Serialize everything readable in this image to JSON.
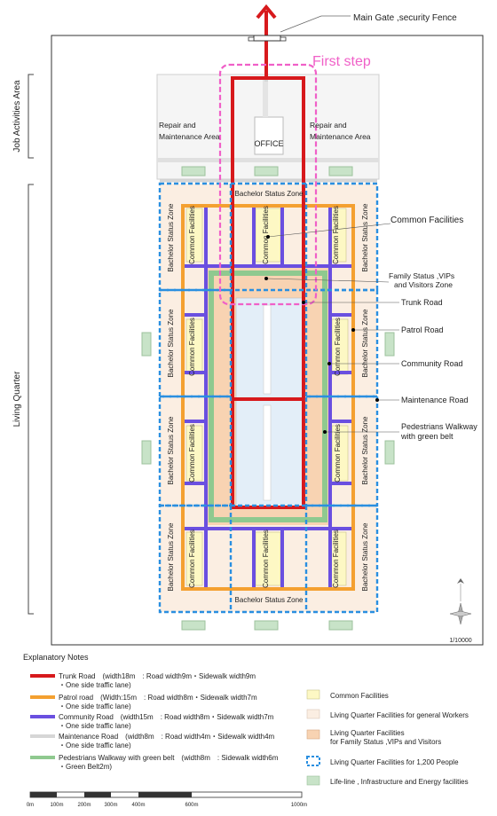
{
  "gate_label": "Main Gate ,security Fence",
  "first_step": "First step",
  "side_labels": {
    "job": "Job Activities Area",
    "living": "Living Quarter"
  },
  "repair_left": [
    "Repair and",
    "Maintenance Area"
  ],
  "repair_right": [
    "Repair and",
    "Maintenance Area"
  ],
  "office": "OFFICE",
  "bachelor_zone": "Bachelor Status Zone",
  "common_facilities": "Common Facilities",
  "callouts": {
    "common": "Common Facilities",
    "family": [
      "Family Status ,VIPs",
      "and Visitors Zone"
    ],
    "trunk": "Trunk Road",
    "patrol": "Patrol Road",
    "community": "Community Road",
    "maintenance": "Maintenance Road",
    "pedestrian": [
      "Pedestrians Walkway",
      "with green belt"
    ]
  },
  "scale_ratio": "1/10000",
  "notes": {
    "title": "Explanatory Notes",
    "trunk": [
      "Trunk Road　(width18m　: Road width9m・Sidewalk width9m",
      "・One side traffic lane)"
    ],
    "patrol": [
      "Patrol road　(Width:15m　: Road width8m・Sidewalk width7m",
      "・One side traffic lane)"
    ],
    "community": [
      "Community Road　(width15m　: Road width8m・Sidewalk width7m",
      "・One side traffic lane)"
    ],
    "maintenance": [
      "Maintenance Road　(width8m　: Road width4m・Sidewalk width4m",
      "・One side traffic lane)"
    ],
    "pedestrian": [
      "Pedestrians Walkway with green belt　(width8m　: Sidewalk width6m",
      "・Green Belt2m)"
    ],
    "common": "Common Facilities",
    "general": "Living Quarter Facilities for general Workers",
    "family": [
      "Living Quarter Facilities",
      "for Family Status ,VIPs and Visitors"
    ],
    "people": "Living Quarter Facilities for 1,200 People",
    "lifeline": "Life-line , Infrastructure and Energy facilities"
  },
  "scale_ticks": [
    "0m",
    "100m",
    "200m",
    "300m",
    "400m",
    "600m",
    "1000m"
  ],
  "colors": {
    "trunk": "#d7191c",
    "patrol": "#f4a030",
    "community": "#6a4fe0",
    "maintenance": "#d6d6d6",
    "pedestrian": "#8fc98f",
    "common": "#fdf8c4",
    "general": "#fbeee2",
    "family": "#f8d3b2",
    "people_border": "#2a8fe0",
    "lifeline": "#c8e3c8",
    "first_step": "#f060c8"
  }
}
